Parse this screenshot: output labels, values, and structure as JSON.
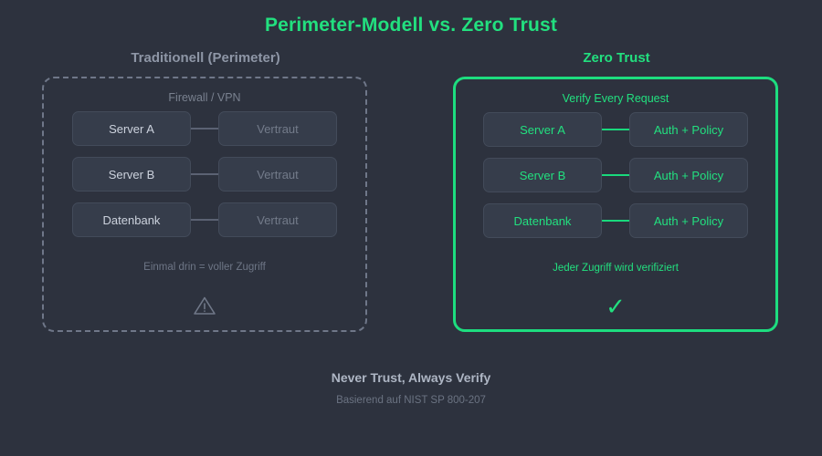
{
  "title": "Perimeter-Modell vs. Zero Trust",
  "columns": {
    "left": {
      "heading": "Traditionell (Perimeter)",
      "subtitle": "Firewall / VPN",
      "rows": [
        {
          "source": "Server A",
          "target": "Vertraut"
        },
        {
          "source": "Server B",
          "target": "Vertraut"
        },
        {
          "source": "Datenbank",
          "target": "Vertraut"
        }
      ],
      "note": "Einmal drin = voller Zugriff",
      "icon": "warning-triangle-icon"
    },
    "right": {
      "heading": "Zero Trust",
      "subtitle": "Verify Every Request",
      "rows": [
        {
          "source": "Server A",
          "target": "Auth + Policy"
        },
        {
          "source": "Server B",
          "target": "Auth + Policy"
        },
        {
          "source": "Datenbank",
          "target": "Auth + Policy"
        }
      ],
      "note": "Jeder Zugriff wird verifiziert",
      "icon": "check-mark-icon",
      "check_glyph": "✓"
    }
  },
  "footer": {
    "headline": "Never Trust, Always Verify",
    "source": "Basierend auf NIST SP 800-207"
  },
  "colors": {
    "background": "#2d323e",
    "accent_green": "#22e07f",
    "border_green": "#1ddd7f",
    "muted_grey": "#8e96a6",
    "node_fill": "#363d4b",
    "dashed_border": "#6f7789"
  }
}
